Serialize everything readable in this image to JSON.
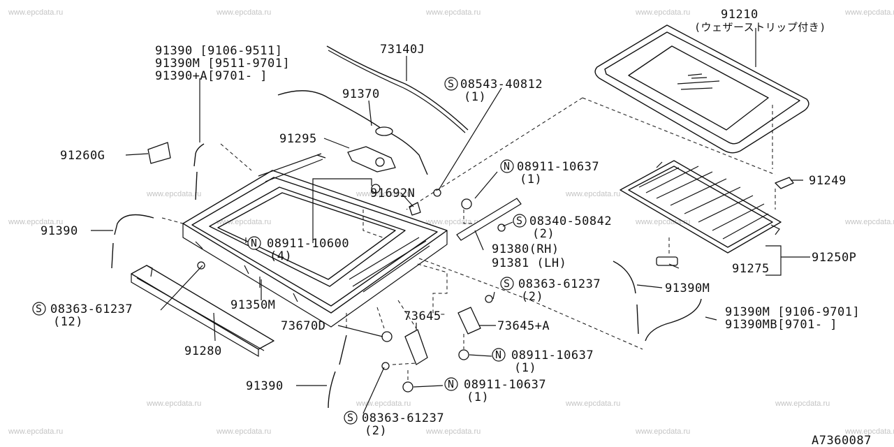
{
  "watermark": "www.epcdata.ru",
  "diagram_id": "A7360087",
  "labels": {
    "p91210": "91210",
    "p91210_note": "(ウェザーストリップ付き)",
    "p91390_a1": "91390   [9106-9511]",
    "p91390_a2": "91390M [9511-9701]",
    "p91390_a3": "91390+A[9701-     ]",
    "p73140j": "73140J",
    "s08543": "08543-40812",
    "s08543_q": "(1)",
    "p91370": "91370",
    "p91295": "91295",
    "p91260g": "91260G",
    "n08911a": "08911-10637",
    "n08911a_q": "(1)",
    "p91692n": "91692N",
    "p91249": "91249",
    "s08340": "08340-50842",
    "s08340_q": "(2)",
    "p91390_b": "91390",
    "n08911b": "08911-10600",
    "n08911b_q": "(4)",
    "p91380": "91380(RH)",
    "p91381": "91381 (LH)",
    "p91275": "91275",
    "p91250p": "91250P",
    "s08363a": "08363-61237",
    "s08363a_q": "(12)",
    "p91350m": "91350M",
    "s08363b": "08363-61237",
    "s08363b_q": "(2)",
    "p91390m": "91390M",
    "p73645": "73645",
    "p73670d": "73670D",
    "p73645a": "73645+A",
    "p91390m_c1": "91390M  [9106-9701]",
    "p91390m_c2": "91390MB[9701-     ]",
    "p91280": "91280",
    "n08911c": "08911-10637",
    "n08911c_q": "(1)",
    "p91390_c": "91390",
    "n08911d": "08911-10637",
    "n08911d_q": "(1)",
    "s08363c": "08363-61237",
    "s08363c_q": "(2)"
  },
  "markers": {
    "screw": "S",
    "nut": "N"
  }
}
